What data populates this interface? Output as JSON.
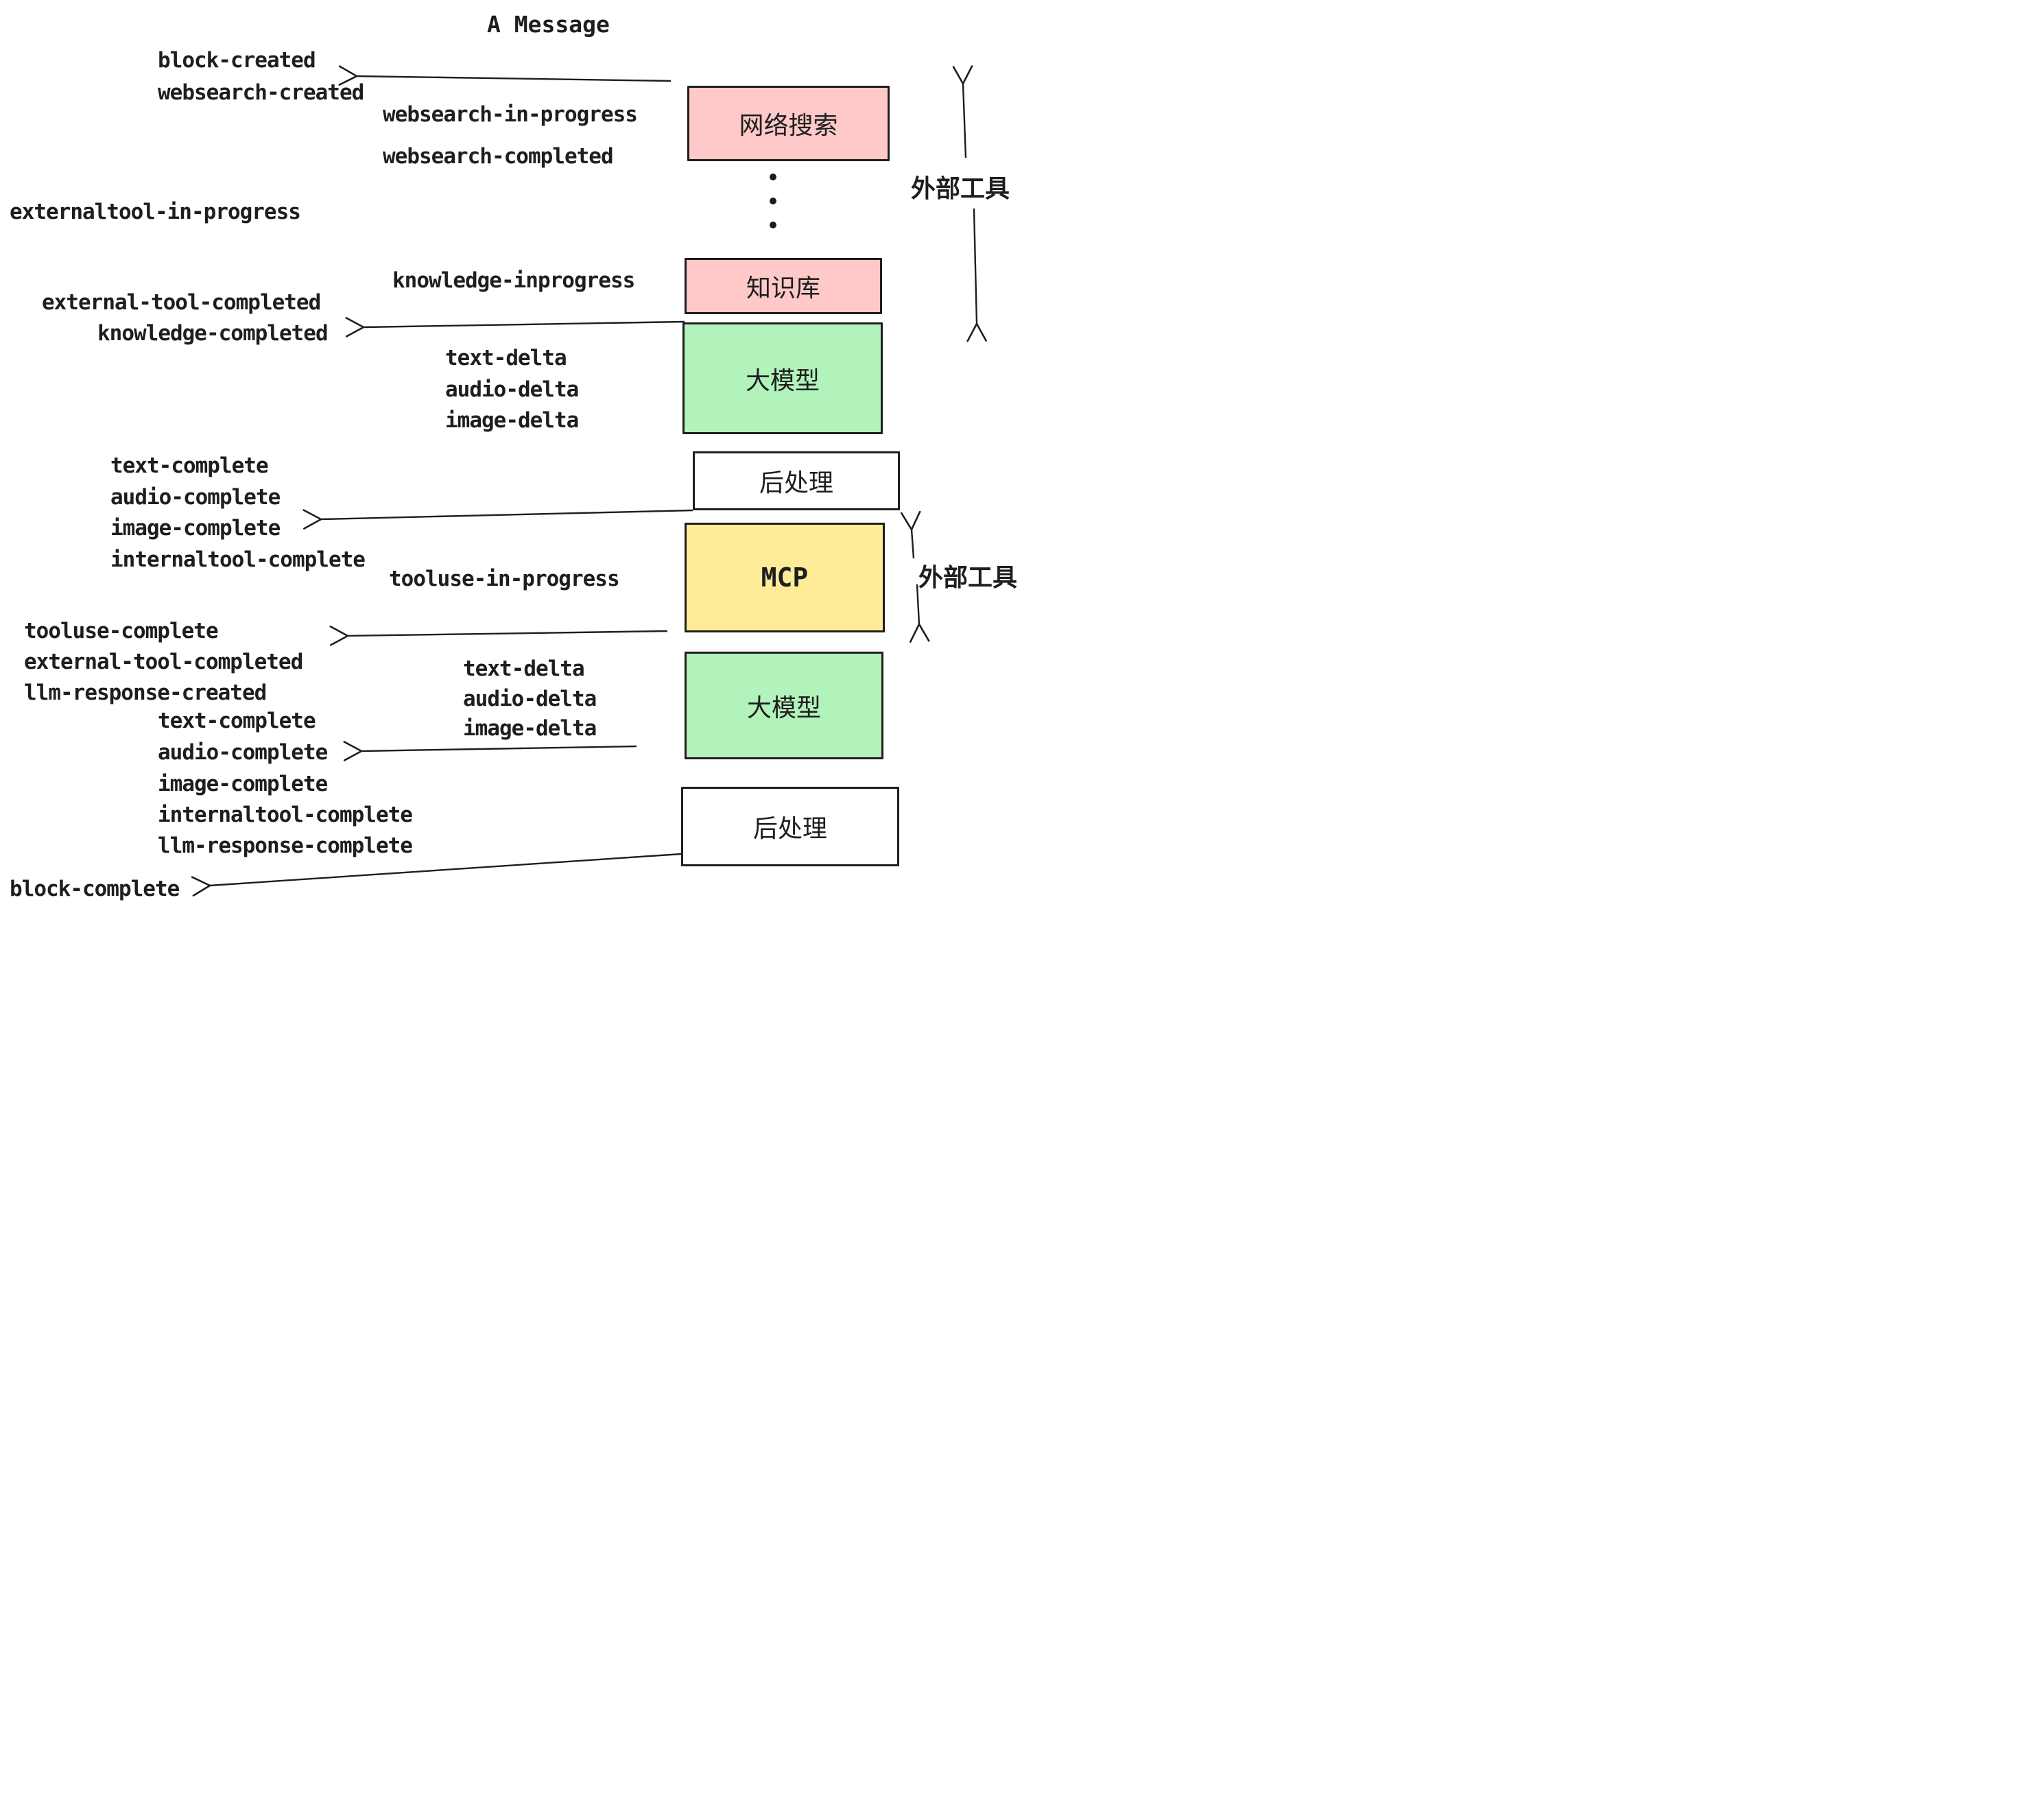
{
  "title": "A Message",
  "colors": {
    "pink": "#ffc9c9",
    "green": "#b2f2bb",
    "yellow": "#ffec99",
    "white": "#ffffff",
    "ink": "#1e1e1e"
  },
  "boxes": [
    {
      "id": "websearch",
      "label": "网络搜索"
    },
    {
      "id": "knowledge",
      "label": "知识库"
    },
    {
      "id": "llm-1",
      "label": "大模型"
    },
    {
      "id": "post-1",
      "label": "后处理"
    },
    {
      "id": "mcp",
      "label": "MCP"
    },
    {
      "id": "llm-2",
      "label": "大模型"
    },
    {
      "id": "post-2",
      "label": "后处理"
    }
  ],
  "events": [
    "block-created",
    "websearch-created",
    "websearch-in-progress",
    "websearch-completed",
    "externaltool-in-progress",
    "knowledge-inprogress",
    "external-tool-completed",
    "knowledge-completed",
    "text-delta",
    "audio-delta",
    "image-delta",
    "text-complete",
    "audio-complete",
    "image-complete",
    "internaltool-complete",
    "tooluse-in-progress",
    "tooluse-complete",
    "external-tool-completed",
    "llm-response-created",
    "text-complete",
    "text-delta",
    "audio-delta",
    "image-delta",
    "audio-complete",
    "image-complete",
    "internaltool-complete",
    "llm-response-complete",
    "block-complete"
  ],
  "annotations": {
    "external_tool_top": "外部工具",
    "external_tool_mcp": "外部工具"
  }
}
